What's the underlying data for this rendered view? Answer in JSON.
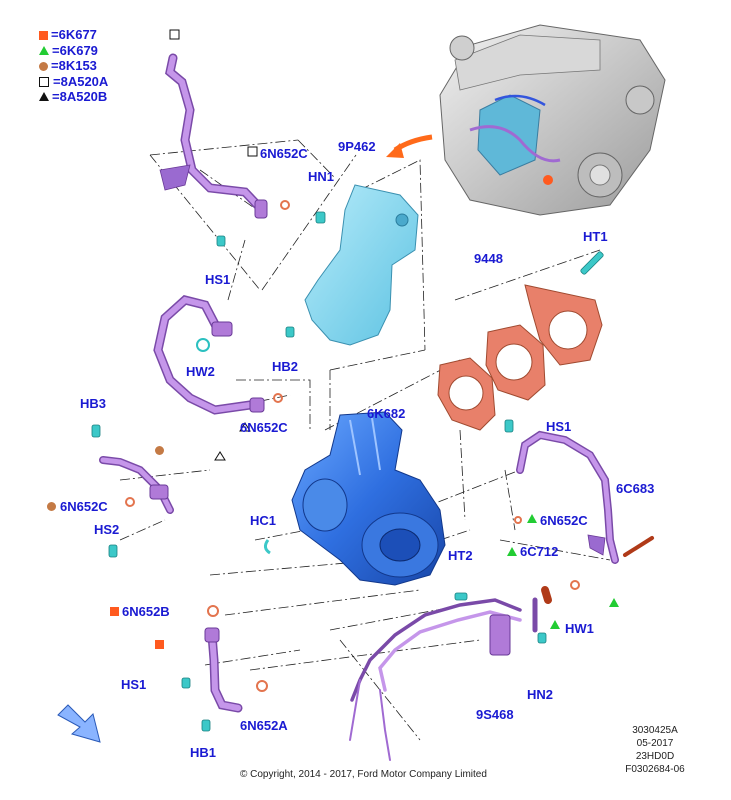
{
  "legend": [
    {
      "symbol": "orange-filled-square",
      "text": "=6K677"
    },
    {
      "symbol": "green-filled-triangle",
      "text": "=6K679"
    },
    {
      "symbol": "brown-filled-circle",
      "text": "=8K153"
    },
    {
      "symbol": "open-square",
      "text": "=8A520A"
    },
    {
      "symbol": "open-triangle",
      "text": "=8A520B"
    }
  ],
  "callouts": {
    "c_6n652c_top": "6N652C",
    "c_9p462": "9P462",
    "c_hn1": "HN1",
    "c_hs1_left": "HS1",
    "c_hw2": "HW2",
    "c_hb2": "HB2",
    "c_6n652c_mid": "6N652C",
    "c_9448": "9448",
    "c_ht1": "HT1",
    "c_hb3": "HB3",
    "c_6k682": "6K682",
    "c_hs1_right": "HS1",
    "c_6n652c_left": "6N652C",
    "c_hs2": "HS2",
    "c_hc1": "HC1",
    "c_6c683": "6C683",
    "c_6n652c_right": "6N652C",
    "c_ht2": "HT2",
    "c_6c712": "6C712",
    "c_6n652b": "6N652B",
    "c_hw1": "HW1",
    "c_hs1_bottom": "HS1",
    "c_hn2": "HN2",
    "c_9s468": "9S468",
    "c_6n652a": "6N652A",
    "c_hb1": "HB1"
  },
  "reference": {
    "line1": "3030425A",
    "line2": "05-2017",
    "line3": "23HD0D",
    "line4": "F0302684-06"
  },
  "copyright": "© Copyright, 2014 - 2017, Ford Motor Company Limited",
  "colors": {
    "callout_blue": "#1a1ad2",
    "pipe_purple": "#b07ad8",
    "shield_cyan": "#7fd4ec",
    "turbo_blue": "#3b82e8",
    "gasket_orange": "#e3744e",
    "fastener_teal": "#3cc8c8",
    "marker_orange": "#ff5a1f",
    "marker_green": "#22cc33",
    "marker_brown": "#c47a45"
  }
}
